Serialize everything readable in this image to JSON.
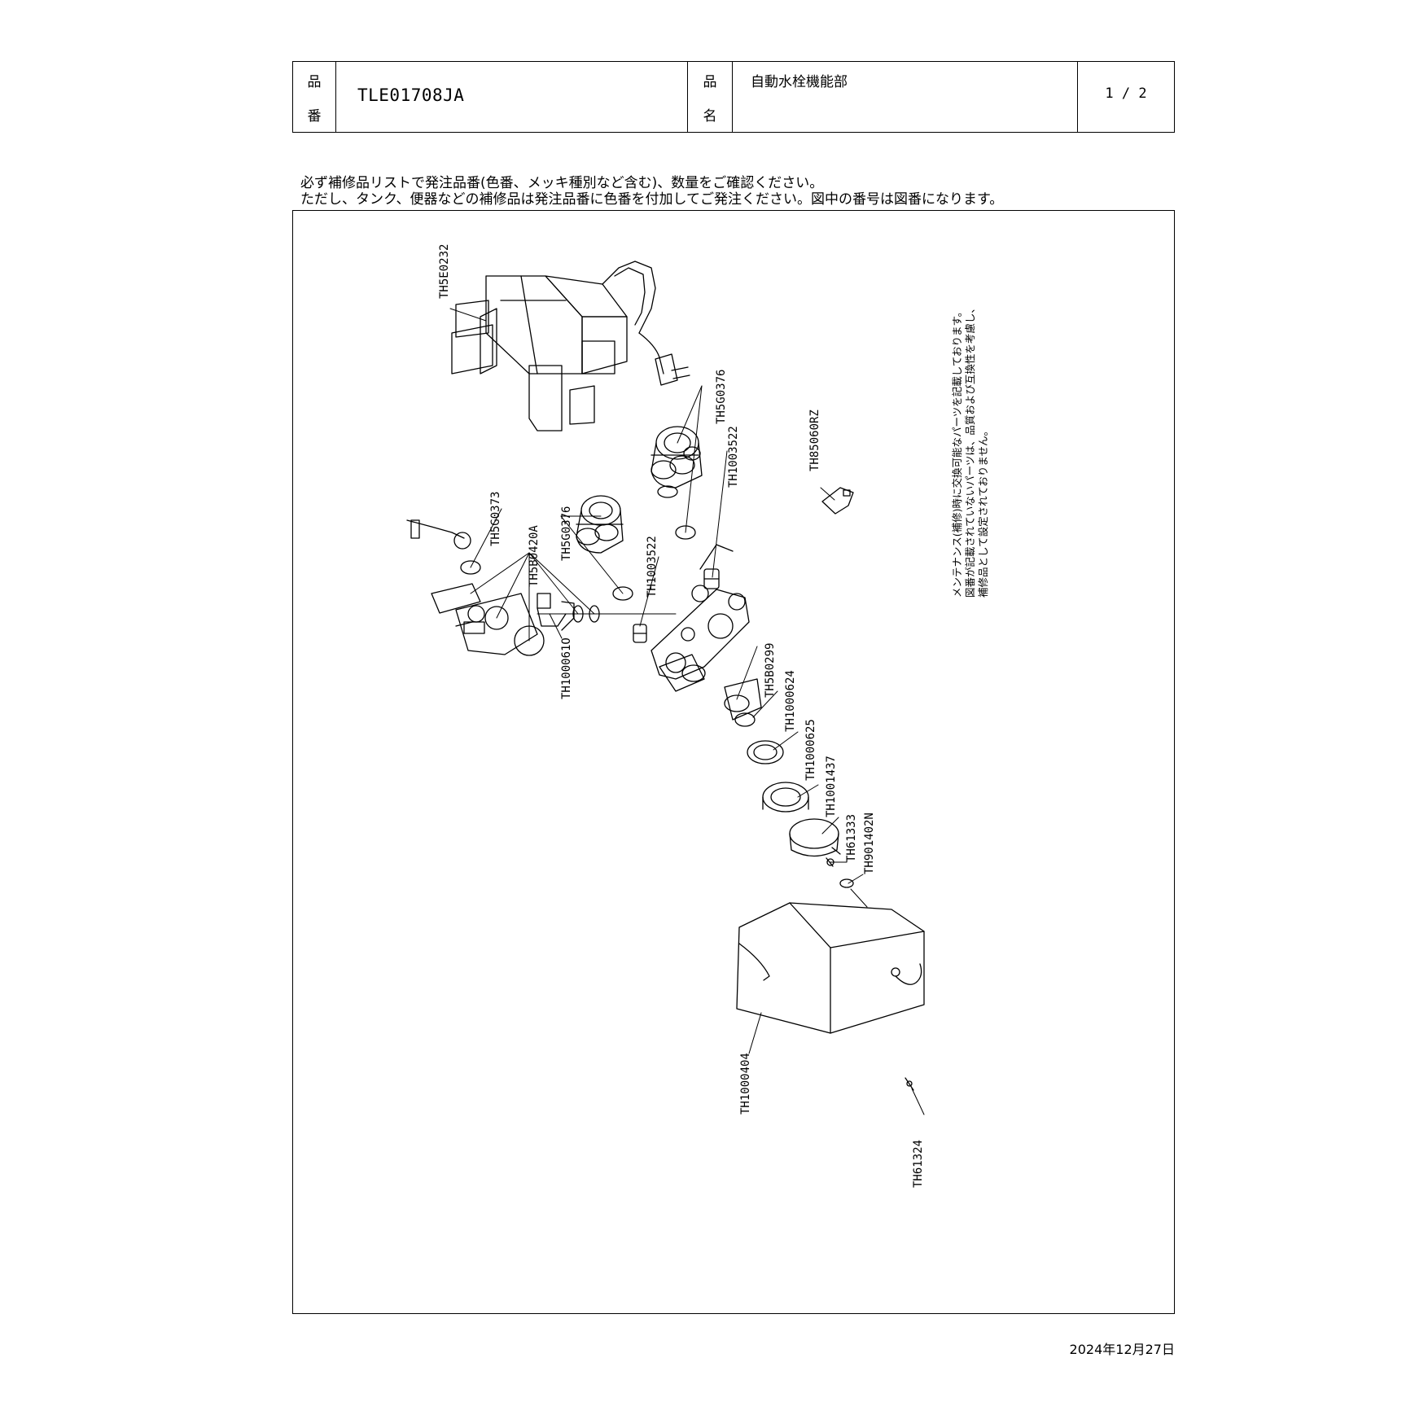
{
  "header": {
    "hinban_label_top": "品",
    "hinban_label_bottom": "番",
    "product_code": "TLE01708JA",
    "hinmei_label_top": "品",
    "hinmei_label_bottom": "名",
    "product_name": "自動水栓機能部",
    "page": "1 / 2"
  },
  "notes": {
    "line1": "必ず補修品リストで発注品番(色番、メッキ種別など含む)、数量をご確認ください。",
    "line2": "ただし、タンク、便器などの補修品は発注品番に色番を付加してご発注ください。図中の番号は図番になります。"
  },
  "diagram": {
    "maintenance_note": [
      "メンテナンス(補修)時に交換可能なパーツを記載しております。",
      "図番が記載されていないパーツは、品質および互換性を考慮し、",
      "補修品として設定されておりません。"
    ],
    "part_labels": {
      "th5e0232": "TH5E0232",
      "th5g0376_a": "TH5G0376",
      "th1003522_a": "TH1003522",
      "th85060rz": "TH85060RZ",
      "th5g0373": "TH5G0373",
      "th5b0420a": "TH5B0420A",
      "th5g0376_b": "TH5G0376",
      "th1003522_b": "TH1003522",
      "th100061o": "TH100061O",
      "th5b0299": "TH5B0299",
      "th1000624": "TH1000624",
      "th1000625": "TH1000625",
      "th1001437": "TH1001437",
      "th61333": "TH61333",
      "th901402n": "TH901402N",
      "th1000404": "TH1000404",
      "th61324": "TH61324"
    }
  },
  "footer": {
    "date": "2024年12月27日"
  }
}
